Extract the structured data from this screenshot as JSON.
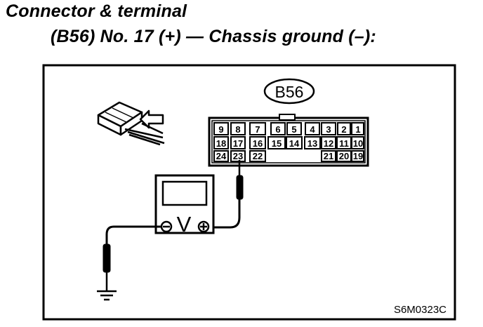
{
  "header": {
    "line1": "Connector & terminal",
    "line2": "(B56) No. 17 (+) — Chassis ground (–):"
  },
  "connector": {
    "label": "B56",
    "rows": [
      [
        "9",
        "8",
        "7",
        "6",
        "5",
        "4",
        "3",
        "2",
        "1"
      ],
      [
        "18",
        "17",
        "16",
        "15",
        "14",
        "13",
        "12",
        "11",
        "10"
      ],
      [
        "24",
        "23",
        "22",
        "21",
        "20",
        "19"
      ]
    ]
  },
  "meter": {
    "symbol": "V",
    "neg": "−",
    "pos": "+"
  },
  "figure_code": "S6M0323C"
}
